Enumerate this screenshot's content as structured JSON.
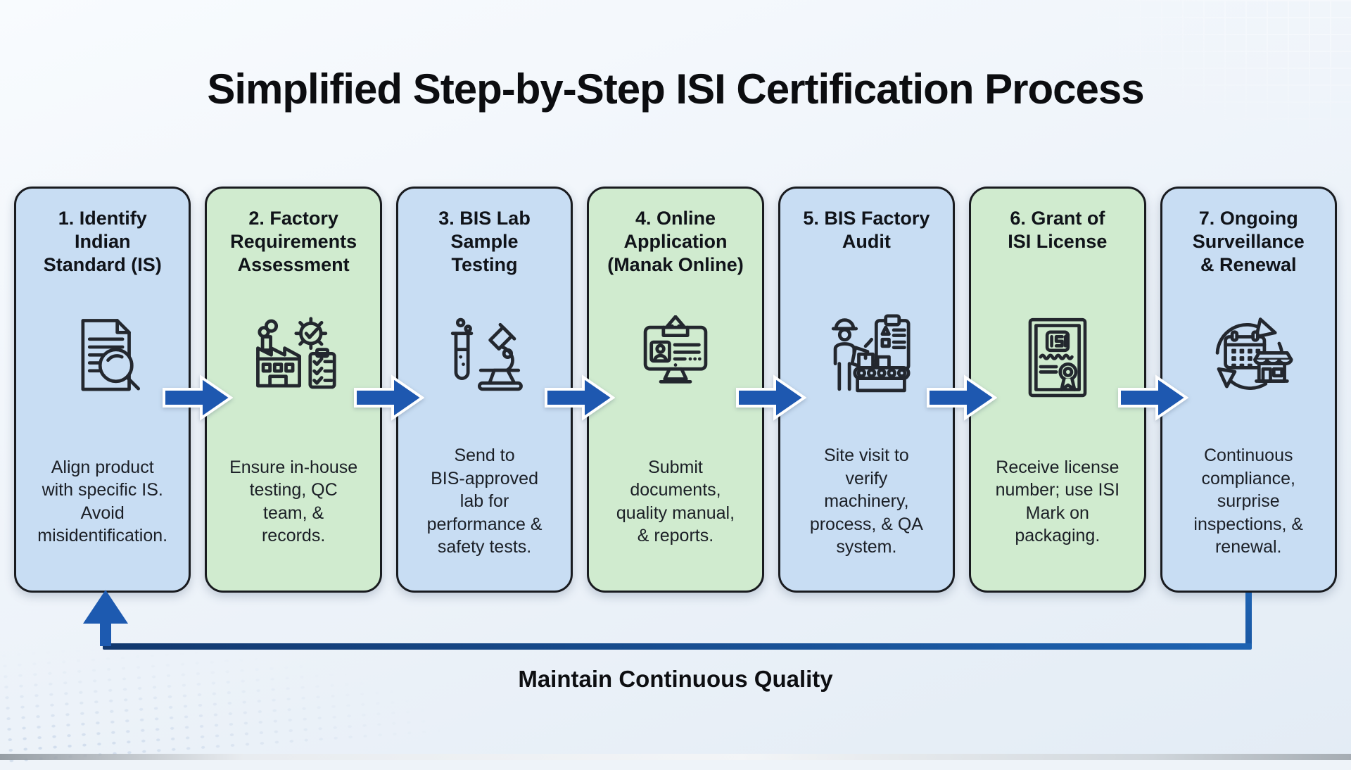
{
  "page": {
    "title": "Simplified Step-by-Step ISI Certification Process",
    "loop_label": "Maintain Continuous Quality"
  },
  "colors": {
    "card_blue": "#c8ddf3",
    "card_green": "#d0ebcf",
    "card_border": "#191b1f",
    "arrow_blue": "#1e58b0",
    "loop_line_dark": "#12386e",
    "loop_line_light": "#1e63b2",
    "title_text": "#0c0d10"
  },
  "steps": [
    {
      "heading": "1. Identify\nIndian\nStandard (IS)",
      "description": "Align product\nwith specific IS.\nAvoid\nmisidentification.",
      "icon": "document-magnifier-icon",
      "tone": "blue"
    },
    {
      "heading": "2. Factory\nRequirements\nAssessment",
      "description": "Ensure in-house\ntesting, QC\nteam, &\nrecords.",
      "icon": "factory-gear-checklist-icon",
      "tone": "green"
    },
    {
      "heading": "3. BIS Lab\nSample\nTesting",
      "description": "Send to\nBIS-approved\nlab for\nperformance &\nsafety tests.",
      "icon": "test-tube-microscope-icon",
      "tone": "blue"
    },
    {
      "heading": "4. Online\nApplication\n(Manak Online)",
      "description": "Submit\ndocuments,\nquality manual,\n& reports.",
      "icon": "online-application-monitor-icon",
      "tone": "green"
    },
    {
      "heading": "5. BIS Factory\nAudit",
      "description": "Site visit to\nverify\nmachinery,\nprocess, & QA\nsystem.",
      "icon": "factory-audit-inspector-icon",
      "tone": "blue"
    },
    {
      "heading": "6. Grant of\nISI License",
      "description": "Receive license\nnumber; use ISI\nMark on\npackaging.",
      "icon": "license-certificate-icon",
      "tone": "green"
    },
    {
      "heading": "7. Ongoing\nSurveillance\n& Renewal",
      "description": "Continuous\ncompliance,\nsurprise\ninspections, &\nrenewal.",
      "icon": "renewal-cycle-icon",
      "tone": "blue"
    }
  ]
}
